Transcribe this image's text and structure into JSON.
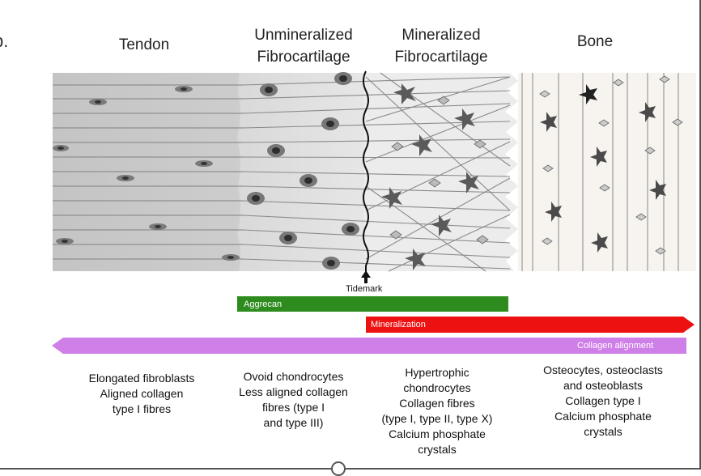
{
  "panel_letter": "b.",
  "zones": {
    "tendon": "Tendon",
    "unmineralized": [
      "Unmineralized",
      "Fibrocartilage"
    ],
    "mineralized": [
      "Mineralized",
      "Fibrocartilage"
    ],
    "bone": "Bone"
  },
  "tidemark_label": "Tidemark",
  "gradients": {
    "aggrecan": "Aggrecan",
    "mineralization": "Mineralization",
    "collagen_alignment": "Collagen alignment"
  },
  "descriptions": {
    "tendon": [
      "Elongated fibroblasts",
      "Aligned collagen",
      "type I fibres"
    ],
    "unmineralized": [
      "Ovoid chondrocytes",
      "Less aligned collagen",
      "fibres (type I",
      "and type III)"
    ],
    "mineralized": [
      "Hypertrophic",
      "chondrocytes",
      "Collagen fibres",
      "(type I, type II, type X)",
      "Calcium phosphate",
      "crystals"
    ],
    "bone": [
      "Osteocytes, osteoclasts",
      "and osteoblasts",
      "Collagen type I",
      "Calcium phosphate",
      "crystals"
    ]
  },
  "colors": {
    "aggrecan": "#2e8b1e",
    "mineralization": "#ee1111",
    "collagen_alignment": "#cf7fe8"
  }
}
